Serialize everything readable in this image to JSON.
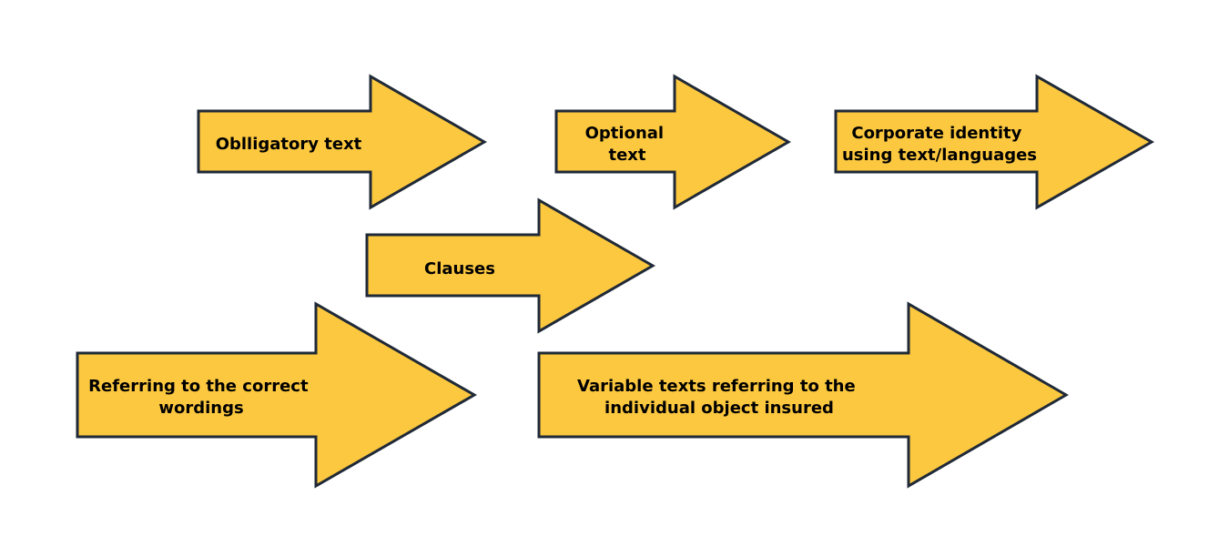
{
  "style": {
    "arrow_fill": "#FCC83F",
    "arrow_stroke": "#1F2937",
    "text_color": "#000000"
  },
  "arrows": [
    {
      "lines": [
        "Oblligatory text"
      ]
    },
    {
      "lines": [
        "Optional",
        "text"
      ]
    },
    {
      "lines": [
        "Corporate identity",
        "using text/languages"
      ]
    },
    {
      "lines": [
        "Clauses"
      ]
    },
    {
      "lines": [
        "Referring to the correct",
        "wordings"
      ]
    },
    {
      "lines": [
        "Variable texts referring to the",
        "individual object insured"
      ]
    }
  ]
}
